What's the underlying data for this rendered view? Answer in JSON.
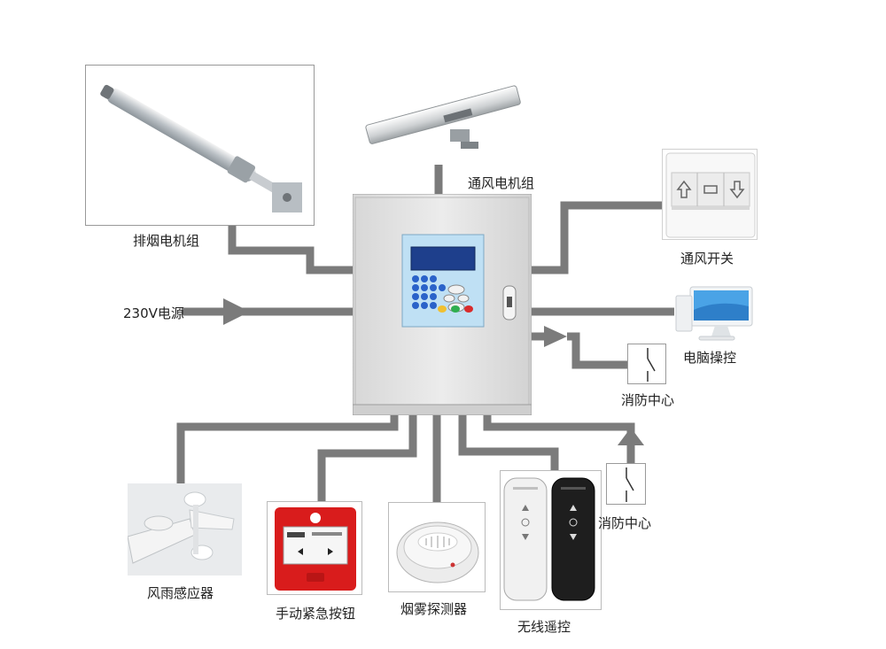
{
  "labels": {
    "smoke_motor": "排烟电机组",
    "vent_motor": "通风电机组",
    "vent_switch": "通风开关",
    "power": "230V电源",
    "computer": "电脑操控",
    "fire_center_right": "消防中心",
    "fire_center_bottom": "消防中心",
    "wind_rain": "风雨感应器",
    "manual_button": "手动紧急按钮",
    "smoke_detector": "烟雾探测器",
    "remote": "无线遥控"
  },
  "colors": {
    "line": "#7b7b7b",
    "cabinet": "#e3e3e3",
    "panel": "#bfe0f4",
    "screen": "#1e3f8c",
    "call_point": "#d91c1c"
  }
}
